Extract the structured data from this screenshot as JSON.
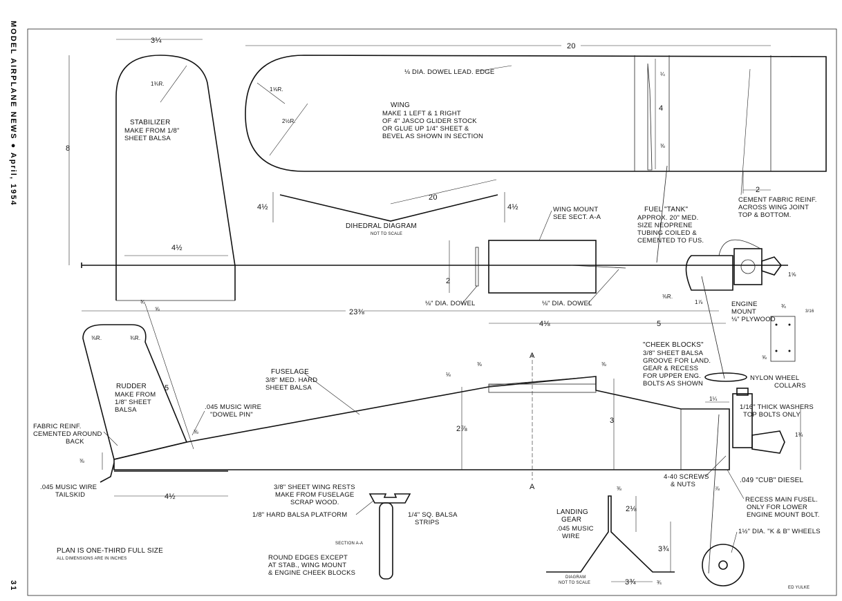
{
  "sidebar": {
    "magazine": "MODEL AIRPLANE NEWS ● April, 1954",
    "page_number": "31"
  },
  "stabilizer": {
    "title": "STABILIZER",
    "line1": "MAKE FROM 1/8\"",
    "line2": "SHEET BALSA",
    "dim_width": "3¼",
    "dim_height": "8",
    "dim_radius": "1¾R.",
    "dim_root": "4½"
  },
  "wing": {
    "title": "WING",
    "lines": [
      "MAKE 1 LEFT & 1 RIGHT",
      "OF 4\" JASCO GLIDER STOCK",
      "OR GLUE UP 1/4\" SHEET &",
      "BEVEL AS SHOWN IN SECTION"
    ],
    "dowel": "⅛ DIA. DOWEL LEAD. EDGE",
    "dim_span": "20",
    "dim_chord": "4",
    "dim_r1": "1⅝R.",
    "dim_r2": "2½R.",
    "dim_sec_top": "¼",
    "dim_sec_bot": "⅜",
    "reinf": [
      "CEMENT FABRIC REINF.",
      "ACROSS WING JOINT",
      "TOP & BOTTOM."
    ],
    "dim_reinf": "2"
  },
  "dihedral": {
    "title": "DIHEDRAL   DIAGRAM",
    "note": "NOT TO SCALE",
    "dim_span": "20",
    "dim_left": "4½",
    "dim_right": "4½"
  },
  "wing_mount": {
    "line1": "WING MOUNT",
    "line2": "SEE SECT. A-A",
    "dowel1": "⅛\" DIA. DOWEL",
    "dowel2": "⅛\" DIA. DOWEL",
    "dim_height": "2",
    "dim_length": "4⅛",
    "dim_fwd": "5"
  },
  "fuel_tank": {
    "title": "FUEL \"TANK\"",
    "lines": [
      "APPROX. 20\" MED.",
      "SIZE NEOPRENE",
      "TUBING COILED &",
      "CEMENTED TO FUS."
    ]
  },
  "engine_mount": {
    "lines": [
      "ENGINE",
      "MOUNT",
      "⅛\" PLYWOOD"
    ],
    "dim_a": "¾",
    "dim_b": "3/16",
    "dim_c": "⅝",
    "dim_d": "1⅞",
    "dim_e": "1⅝",
    "dim_r": "⅜R."
  },
  "cheek_blocks": {
    "title": "\"CHEEK BLOCKS\"",
    "lines": [
      "3/8\" SHEET BALSA",
      "GROOVE FOR LAND.",
      "GEAR & RECESS",
      "FOR UPPER ENG.",
      "BOLTS AS SHOWN"
    ]
  },
  "nylon": {
    "line1": "NYLON WHEEL",
    "line2": "COLLARS"
  },
  "washers": {
    "line1": "1/16\" THICK WASHERS",
    "line2": "TOP BOLTS ONLY"
  },
  "fuselage": {
    "title": "FUSELAGE",
    "line1": "3/8\" MED. HARD",
    "line2": "SHEET BALSA",
    "dim_length": "23⅜",
    "dim_height": "3",
    "dim_front": "1¾",
    "dim_nose": "1¼",
    "dim_tail": "⅜",
    "dim_wm": "2⅞",
    "dim_a1": "⅜",
    "dim_a2": "⅜",
    "dim_a3": "⅛"
  },
  "rudder": {
    "title": "RUDDER",
    "line1": "MAKE FROM",
    "line2": "1/8\" SHEET",
    "line3": "BALSA",
    "dim_height": "5",
    "dim_top": "¾",
    "dim_side": "⅝",
    "dim_r1": "⅜R.",
    "dim_r2": "¾R.",
    "dim_tail": "⅜"
  },
  "music_wire_pin": {
    "line1": ".045 MUSIC WIRE",
    "line2": "\"DOWEL PIN\""
  },
  "fabric": {
    "line1": "FABRIC REINF.",
    "line2": "CEMENTED AROUND",
    "line3": "BACK"
  },
  "tailskid": {
    "line1": ".045 MUSIC WIRE",
    "line2": "TAILSKID",
    "dim": "4½"
  },
  "section": {
    "line1": "3/8\" SHEET WING RESTS",
    "line2": "MAKE FROM FUSELAGE",
    "line3": "SCRAP WOOD.",
    "platform": "1/8\" HARD BALSA PLATFORM",
    "strips1": "1/4\" SQ. BALSA",
    "strips2": "STRIPS",
    "label": "SECTION A-A",
    "round1": "ROUND EDGES EXCEPT",
    "round2": "AT STAB., WING MOUNT",
    "round3": "& ENGINE CHEEK BLOCKS",
    "cut_a_top": "A",
    "cut_a_bot": "A"
  },
  "landing_gear": {
    "title1": "LANDING",
    "title2": "GEAR",
    "wire1": ".045 MUSIC",
    "wire2": "WIRE",
    "note1": "DIAGRAM",
    "note2": "NOT TO SCALE",
    "dim_top": "⅜",
    "dim_upper": "2⅛",
    "dim_h": "3¾",
    "dim_w": "3¾",
    "dim_foot": "¾"
  },
  "engine": {
    "diesel": ".049 \"CUB\" DIESEL",
    "screws1": "4-40 SCREWS",
    "screws2": "& NUTS",
    "recess1": "RECESS MAIN FUSEL.",
    "recess2": "ONLY FOR LOWER",
    "recess3": "ENGINE MOUNT BOLT.",
    "wheels": "1½\" DIA. \"K & B\" WHEELS",
    "dim_78": "⅞"
  },
  "plan_note": {
    "line1": "PLAN IS ONE-THIRD FULL SIZE",
    "line2": "ALL DIMENSIONS ARE IN INCHES"
  },
  "credit": "ED YULKE"
}
